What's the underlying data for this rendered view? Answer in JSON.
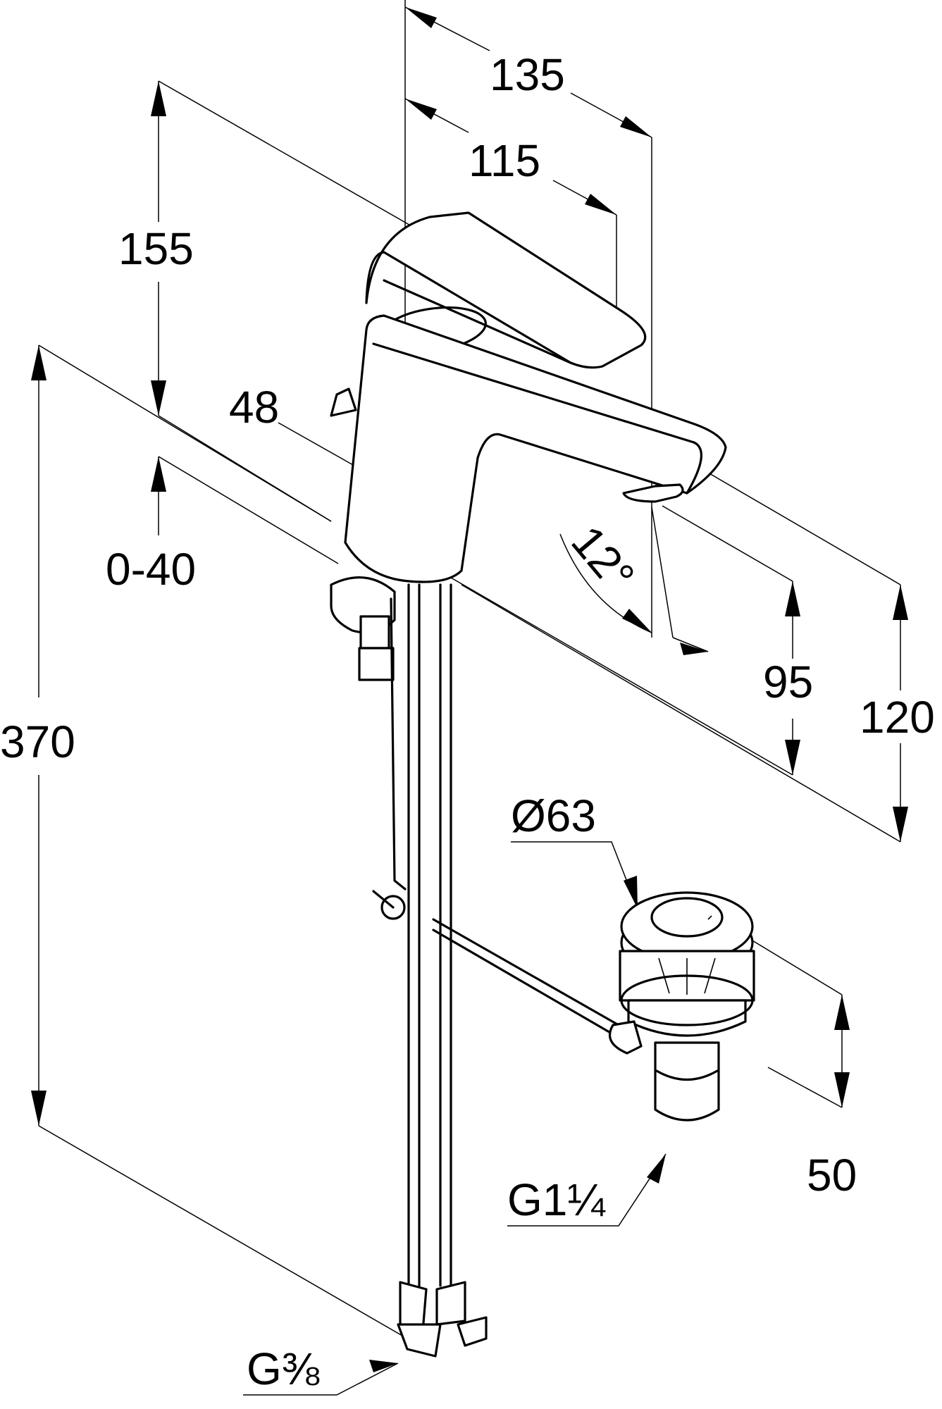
{
  "dimensions": {
    "width_overall": "135",
    "spout_reach": "115",
    "height_handle": "155",
    "body_depth": "48",
    "pop_up_stroke": "0-40",
    "hose_length": "370",
    "spout_angle": "12°",
    "spout_height": "95",
    "lever_height": "120",
    "drain_diameter": "Ø63",
    "drain_height": "50"
  },
  "threads": {
    "drain_thread": "G1¼",
    "connection_thread": "G⅜"
  }
}
